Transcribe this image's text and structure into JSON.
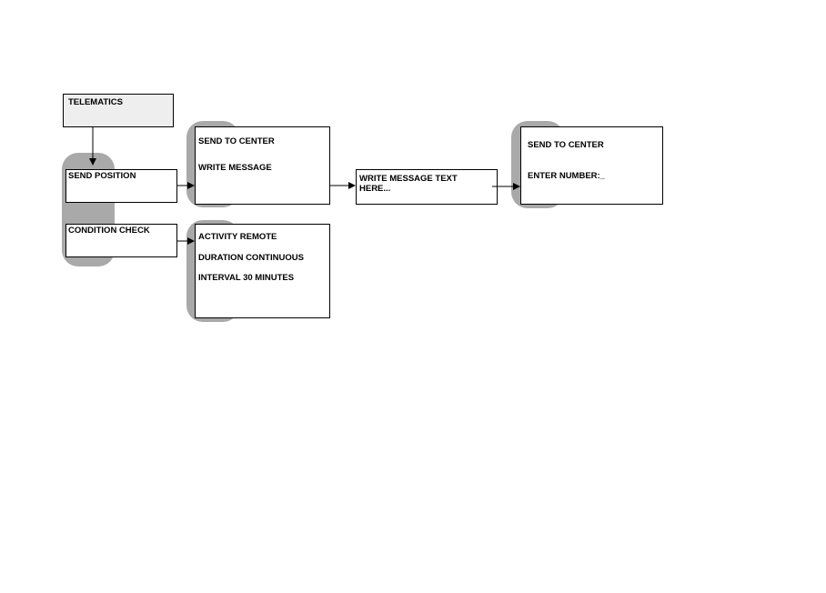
{
  "nodes": {
    "telematics": {
      "label": "TELEMATICS"
    },
    "send_position": {
      "label": "SEND POSITION"
    },
    "condition_check": {
      "label": "CONDITION CHECK"
    },
    "send_menu": {
      "line1": "SEND TO CENTER",
      "line2": "WRITE MESSAGE"
    },
    "condition_menu": {
      "line1": "ACTIVITY   REMOTE",
      "line2": "DURATION CONTINUOUS",
      "line3": "INTERVAL 30 MINUTES"
    },
    "message_text": {
      "line1": "WRITE MESSAGE TEXT",
      "line2": "HERE..."
    },
    "send_number": {
      "line1": "SEND TO CENTER",
      "line2": "ENTER NUMBER:_"
    }
  },
  "colors": {
    "shadow": "#a9a9a9",
    "box_fill": "#ffffff",
    "title_fill": "#eeeeee",
    "stroke": "#000000"
  }
}
